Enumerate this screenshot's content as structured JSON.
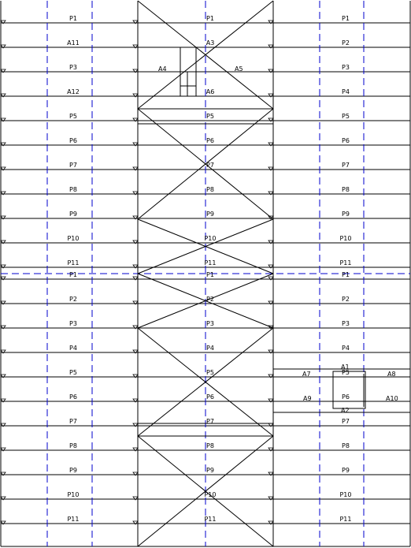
{
  "column_labels": {
    "left": [
      "P1",
      "A11",
      "P3",
      "A12",
      "P5",
      "P6",
      "P7",
      "P8",
      "P9",
      "P10",
      "P11",
      "P1",
      "P2",
      "P3",
      "P4",
      "P5",
      "P6",
      "P7",
      "P8",
      "P9",
      "P10",
      "P11"
    ],
    "center": [
      "P1",
      "A3",
      "",
      "A6",
      "P5",
      "P6",
      "P7",
      "P8",
      "P9",
      "P10",
      "P11",
      "P1",
      "P2",
      "P3",
      "P4",
      "P5",
      "P6",
      "P7",
      "P8",
      "P9",
      "P10",
      "P11"
    ],
    "right": [
      "P1",
      "P2",
      "P3",
      "P4",
      "P5",
      "P6",
      "P7",
      "P8",
      "P9",
      "P10",
      "P11",
      "P1",
      "P2",
      "P3",
      "P4",
      "P5",
      "P6",
      "P7",
      "P8",
      "P9",
      "P10",
      "P11"
    ]
  },
  "room_labels": {
    "a4": "A4",
    "a5": "A5",
    "a7": "A7",
    "a8": "A8",
    "a9": "A9",
    "a10": "A10",
    "a1": "A1",
    "a2": "A2"
  },
  "colors": {
    "line": "#000000",
    "axis": "#0000cc"
  }
}
